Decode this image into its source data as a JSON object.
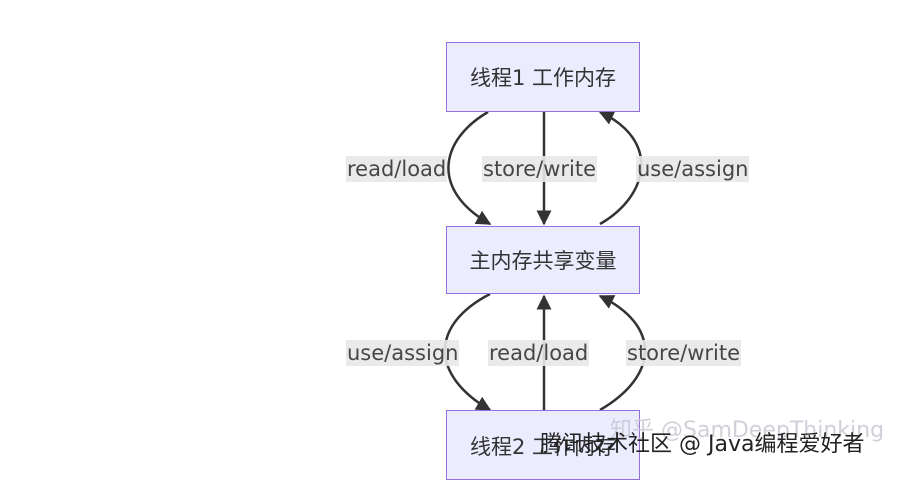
{
  "nodes": {
    "top": "线程1 工作内存",
    "middle": "主内存共享变量",
    "bottom": "线程2 工作内存"
  },
  "edges_upper": {
    "left": "read/load",
    "center": "store/write",
    "right": "use/assign"
  },
  "edges_lower": {
    "left": "use/assign",
    "center": "read/load",
    "right": "store/write"
  },
  "watermarks": {
    "zhihu": "知乎 @SamDeepThinking",
    "java": "腾讯技术社区 @ Java编程爱好者"
  },
  "colors": {
    "node_fill": "#ececff",
    "node_border": "#9370db",
    "edge": "#333333",
    "label_bg": "#e8e8e8"
  }
}
